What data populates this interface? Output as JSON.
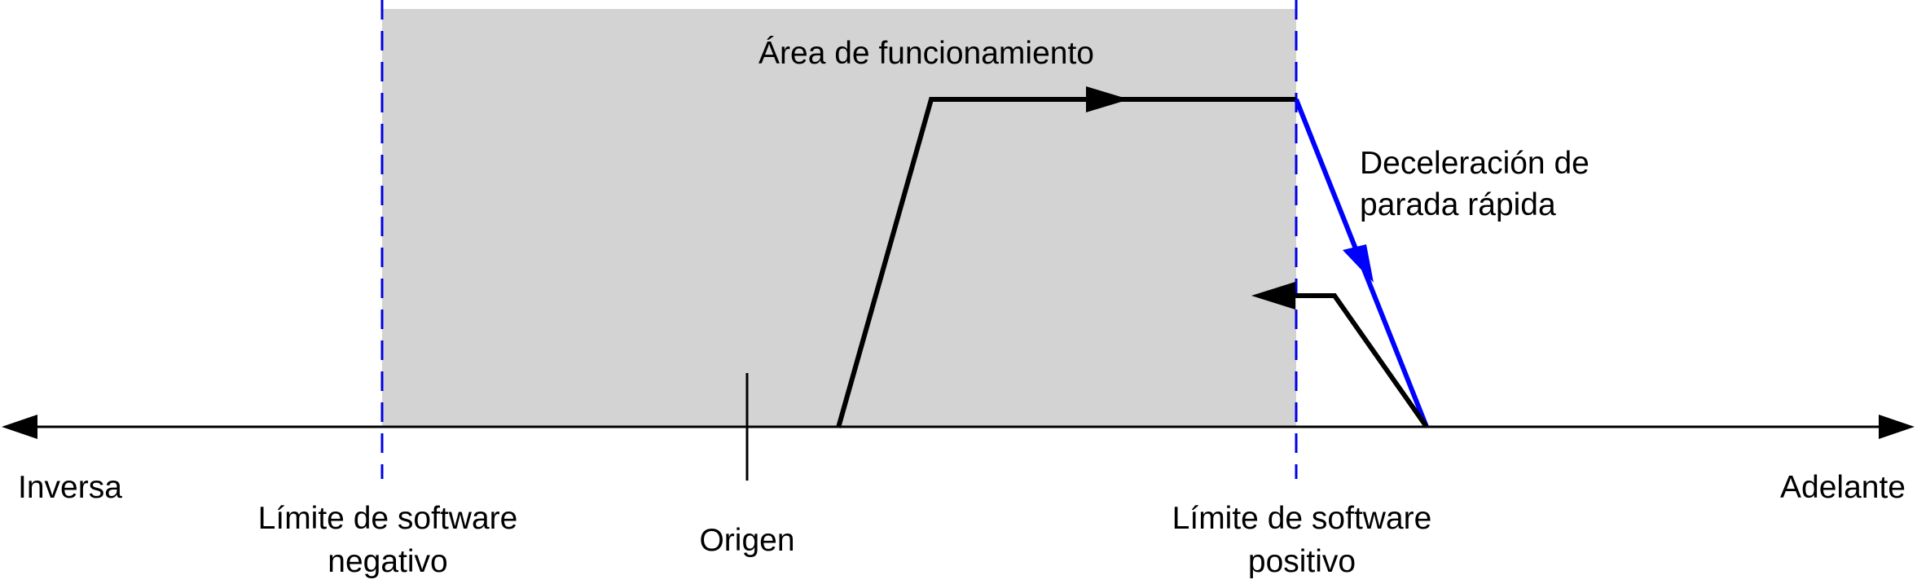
{
  "labels": {
    "area": "Área de funcionamiento",
    "decel_line1": "Deceleración de",
    "decel_line2": "parada rápida",
    "reverse": "Inversa",
    "forward": "Adelante",
    "neg_limit_line1": "Límite de software",
    "neg_limit_line2": "negativo",
    "origin": "Origen",
    "pos_limit_line1": "Límite de software",
    "pos_limit_line2": "positivo"
  },
  "colors": {
    "operating_area": "#d3d3d3",
    "limit_lines": "#0000e6",
    "quick_stop_path": "#0000ff",
    "motion_path": "#000000",
    "axis": "#000000"
  }
}
